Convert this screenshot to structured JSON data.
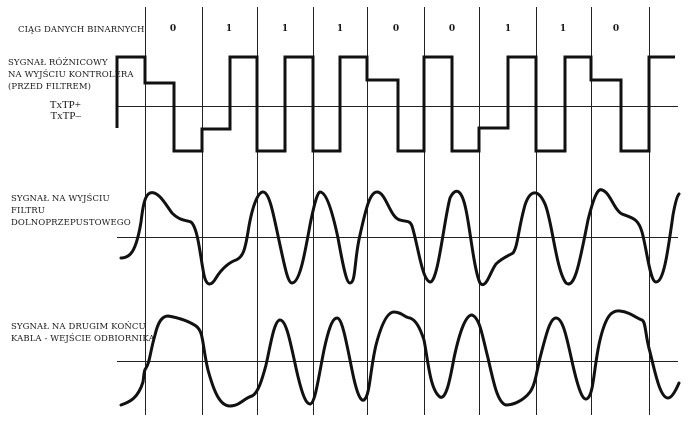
{
  "labels": {
    "binary": "CIĄG DANYCH BINARNYCH",
    "diff_signal": [
      "SYGNAŁ RÓŻNICOWY",
      "NA WYJŚCIU KONTROLERA",
      "(PRZED FILTREM)"
    ],
    "txtp_plus": "TxTP+",
    "txtp_minus": "TxTP–",
    "filter_signal": [
      "SYGNAŁ NA WYJŚCIU",
      "FILTRU",
      "DOLNOPRZEPUSTOWEGO"
    ],
    "cable_signal": [
      "SYGNAŁ NA DRUGIM KOŃCU",
      "KABLA - WEJŚCIE ODBIORNIKA"
    ]
  },
  "bits": [
    "0",
    "1",
    "1",
    "1",
    "0",
    "0",
    "1",
    "1",
    "0"
  ],
  "colors": {
    "line": "#111111",
    "grid": "#222222"
  }
}
